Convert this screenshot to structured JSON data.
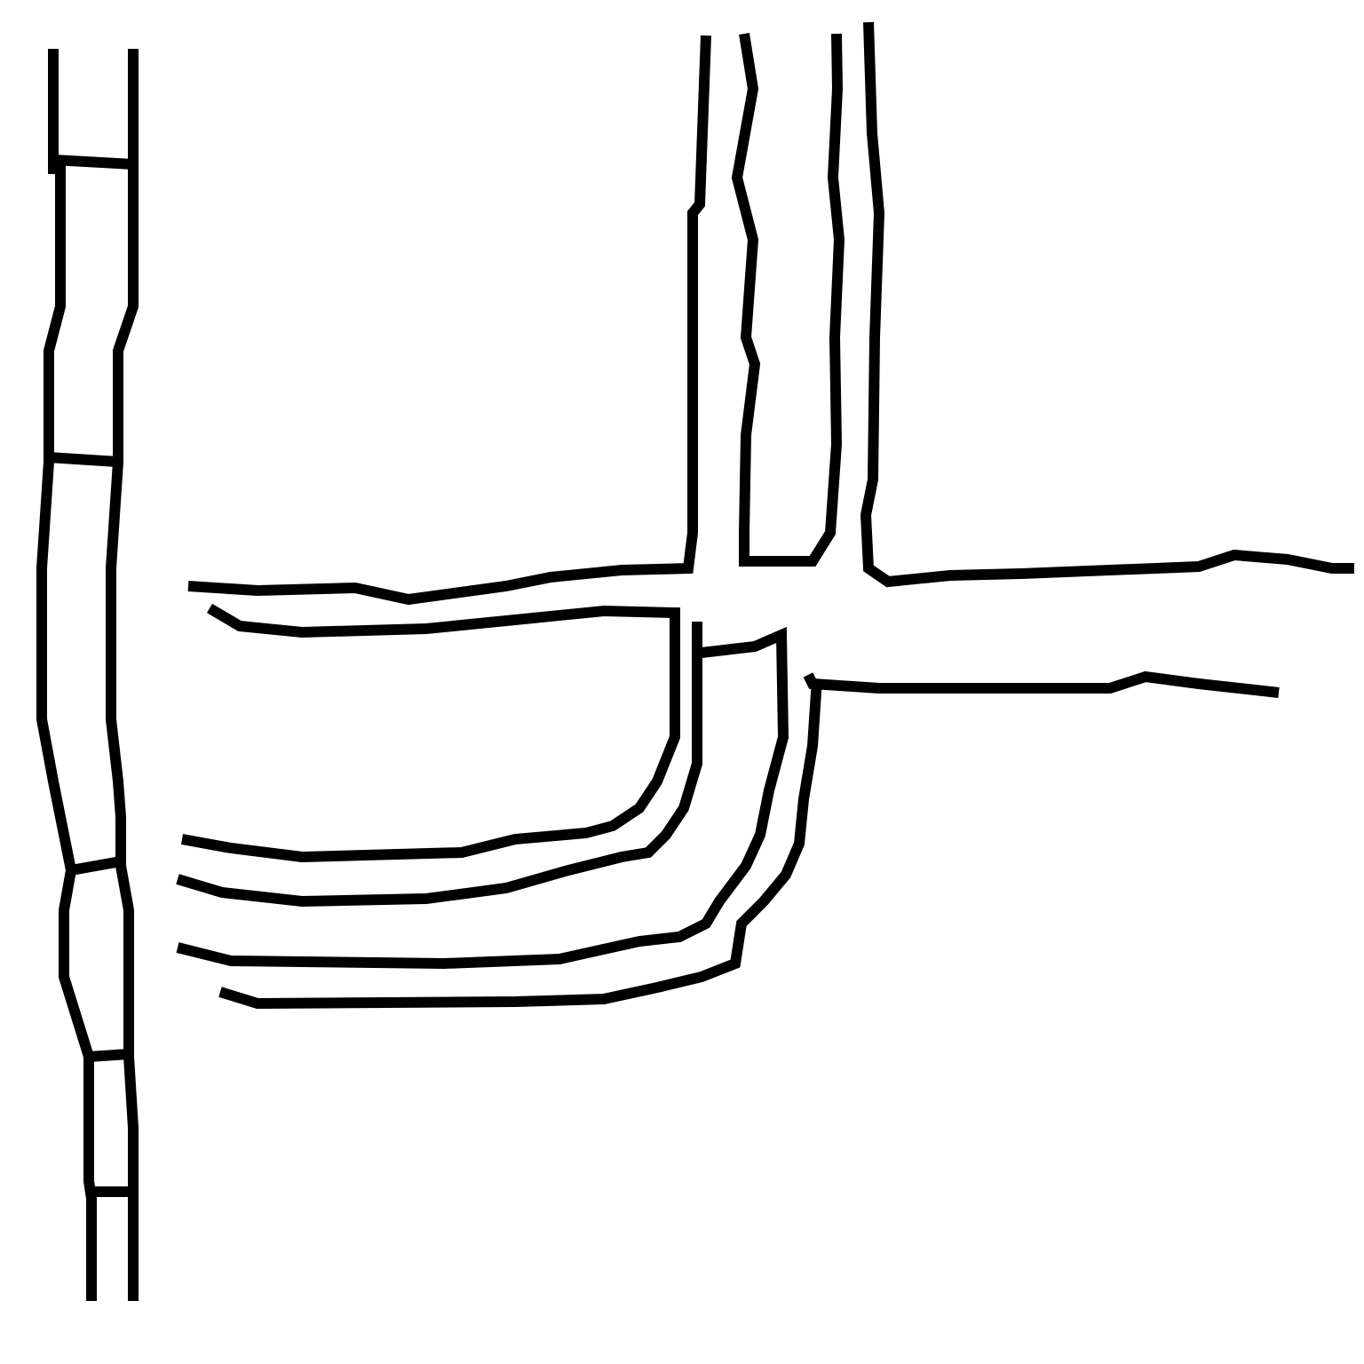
{
  "diagram": {
    "style": "black line drawing on white",
    "background_color": "#ffffff",
    "stroke_color": "#000000",
    "elements": [
      "left-vertical-ladder",
      "vertical-channel-left",
      "vertical-channel-right",
      "horizontal-channel-upper",
      "horizontal-channel-lower",
      "curved-channel-inner",
      "curved-channel-outer"
    ]
  }
}
